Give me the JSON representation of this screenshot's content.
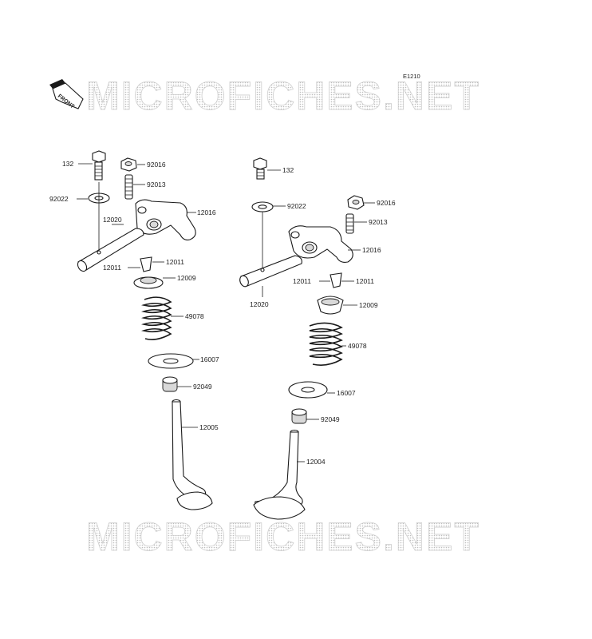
{
  "diagram": {
    "code": "E1210",
    "front_label": "FRONT",
    "watermark_top": "MICROFICHES.NET",
    "watermark_bottom": "MICROFICHES.NET"
  },
  "left_assembly": {
    "bolt": "132",
    "nut": "92016",
    "adjuster": "92013",
    "washer": "92022",
    "rocker_arm": "12016",
    "shaft": "12020",
    "collet_right": "12011",
    "collet_left": "12011",
    "retainer": "12009",
    "spring": "49078",
    "spring_seat": "16007",
    "seal": "92049",
    "valve": "12005"
  },
  "right_assembly": {
    "bolt": "132",
    "washer": "92022",
    "nut": "92016",
    "adjuster": "92013",
    "rocker_arm": "12016",
    "shaft": "12020",
    "collet_left": "12011",
    "collet_right": "12011",
    "retainer": "12009",
    "spring": "49078",
    "spring_seat": "16007",
    "seal": "92049",
    "valve": "12004"
  }
}
